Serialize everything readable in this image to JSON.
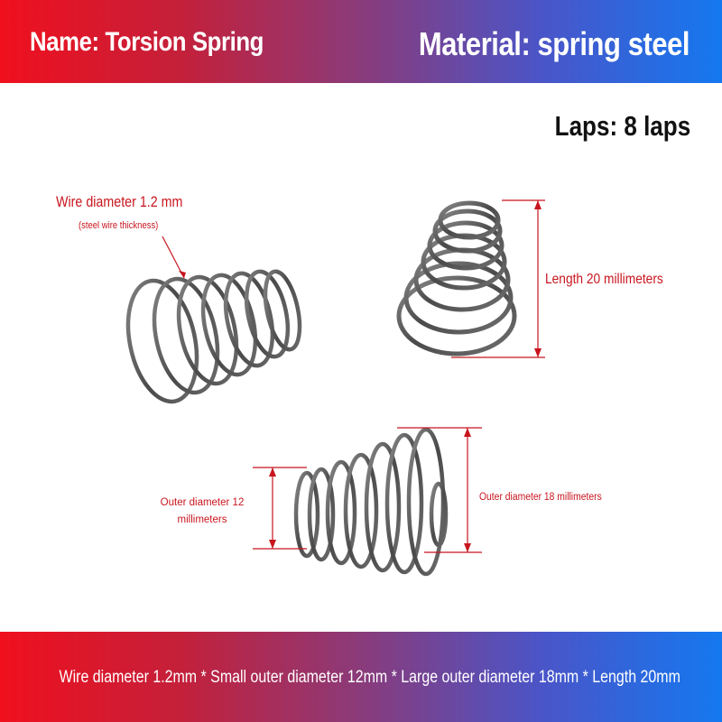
{
  "header": {
    "name": "Name: Torsion Spring",
    "material": "Material: spring steel"
  },
  "laps": "Laps: 8 laps",
  "annotations": {
    "wire_diameter": "Wire diameter 1.2 mm",
    "wire_sub": "(steel wire thickness)",
    "length": "Length 20 millimeters",
    "outer_small": "Outer diameter 12 millimeters",
    "outer_large": "Outer diameter 18 millimeters"
  },
  "footer": {
    "summary": "Wire diameter 1.2mm * Small outer diameter 12mm * Large outer diameter 18mm * Length 20mm"
  },
  "colors": {
    "banner_left": "#f0101e",
    "banner_right": "#1478f0",
    "annotation_red": "#c8151e",
    "spring_steel": "#5a5a5a"
  }
}
